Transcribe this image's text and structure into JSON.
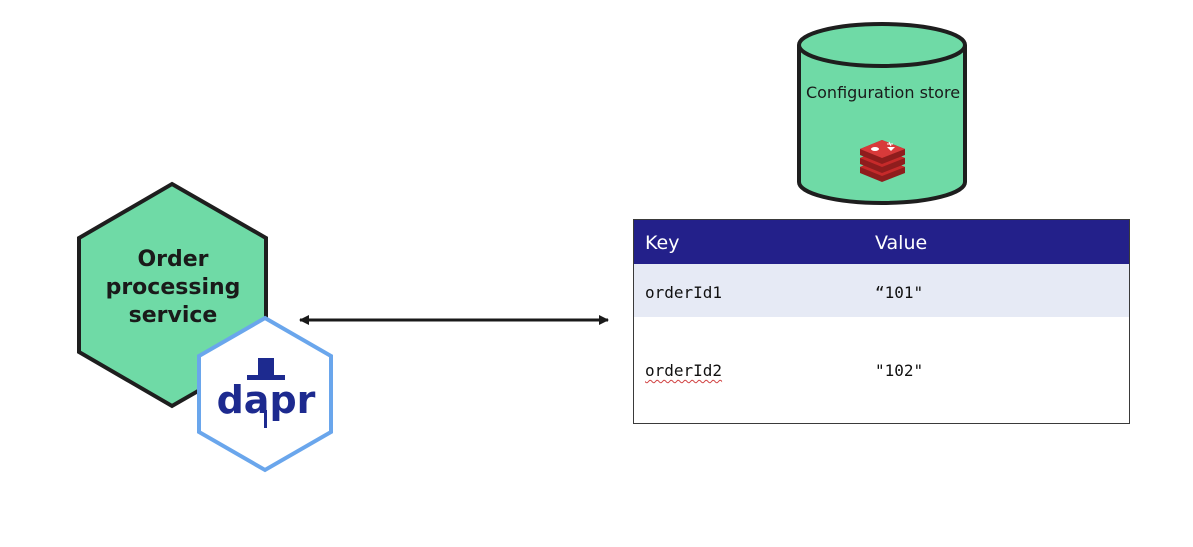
{
  "service": {
    "label": "Order processing service",
    "sidecar_logo_text": "dapr"
  },
  "configuration_store": {
    "label": "Configuration store",
    "icon": "redis-icon"
  },
  "connection": {
    "type": "bidirectional-arrow"
  },
  "table": {
    "headers": {
      "key": "Key",
      "value": "Value"
    },
    "rows": [
      {
        "key": "orderId1",
        "value": "“101\""
      },
      {
        "key": "orderId2",
        "value": "\"102\""
      }
    ]
  },
  "colors": {
    "service_fill": "#6fdaa6",
    "store_fill": "#6fdaa6",
    "outline": "#1e1e1e",
    "dapr_border": "#6aa6ec",
    "dapr_text": "#1d2a8f",
    "table_header": "#23208a",
    "table_row_alt": "#e6eaf5",
    "redis": "#c62a2a"
  }
}
